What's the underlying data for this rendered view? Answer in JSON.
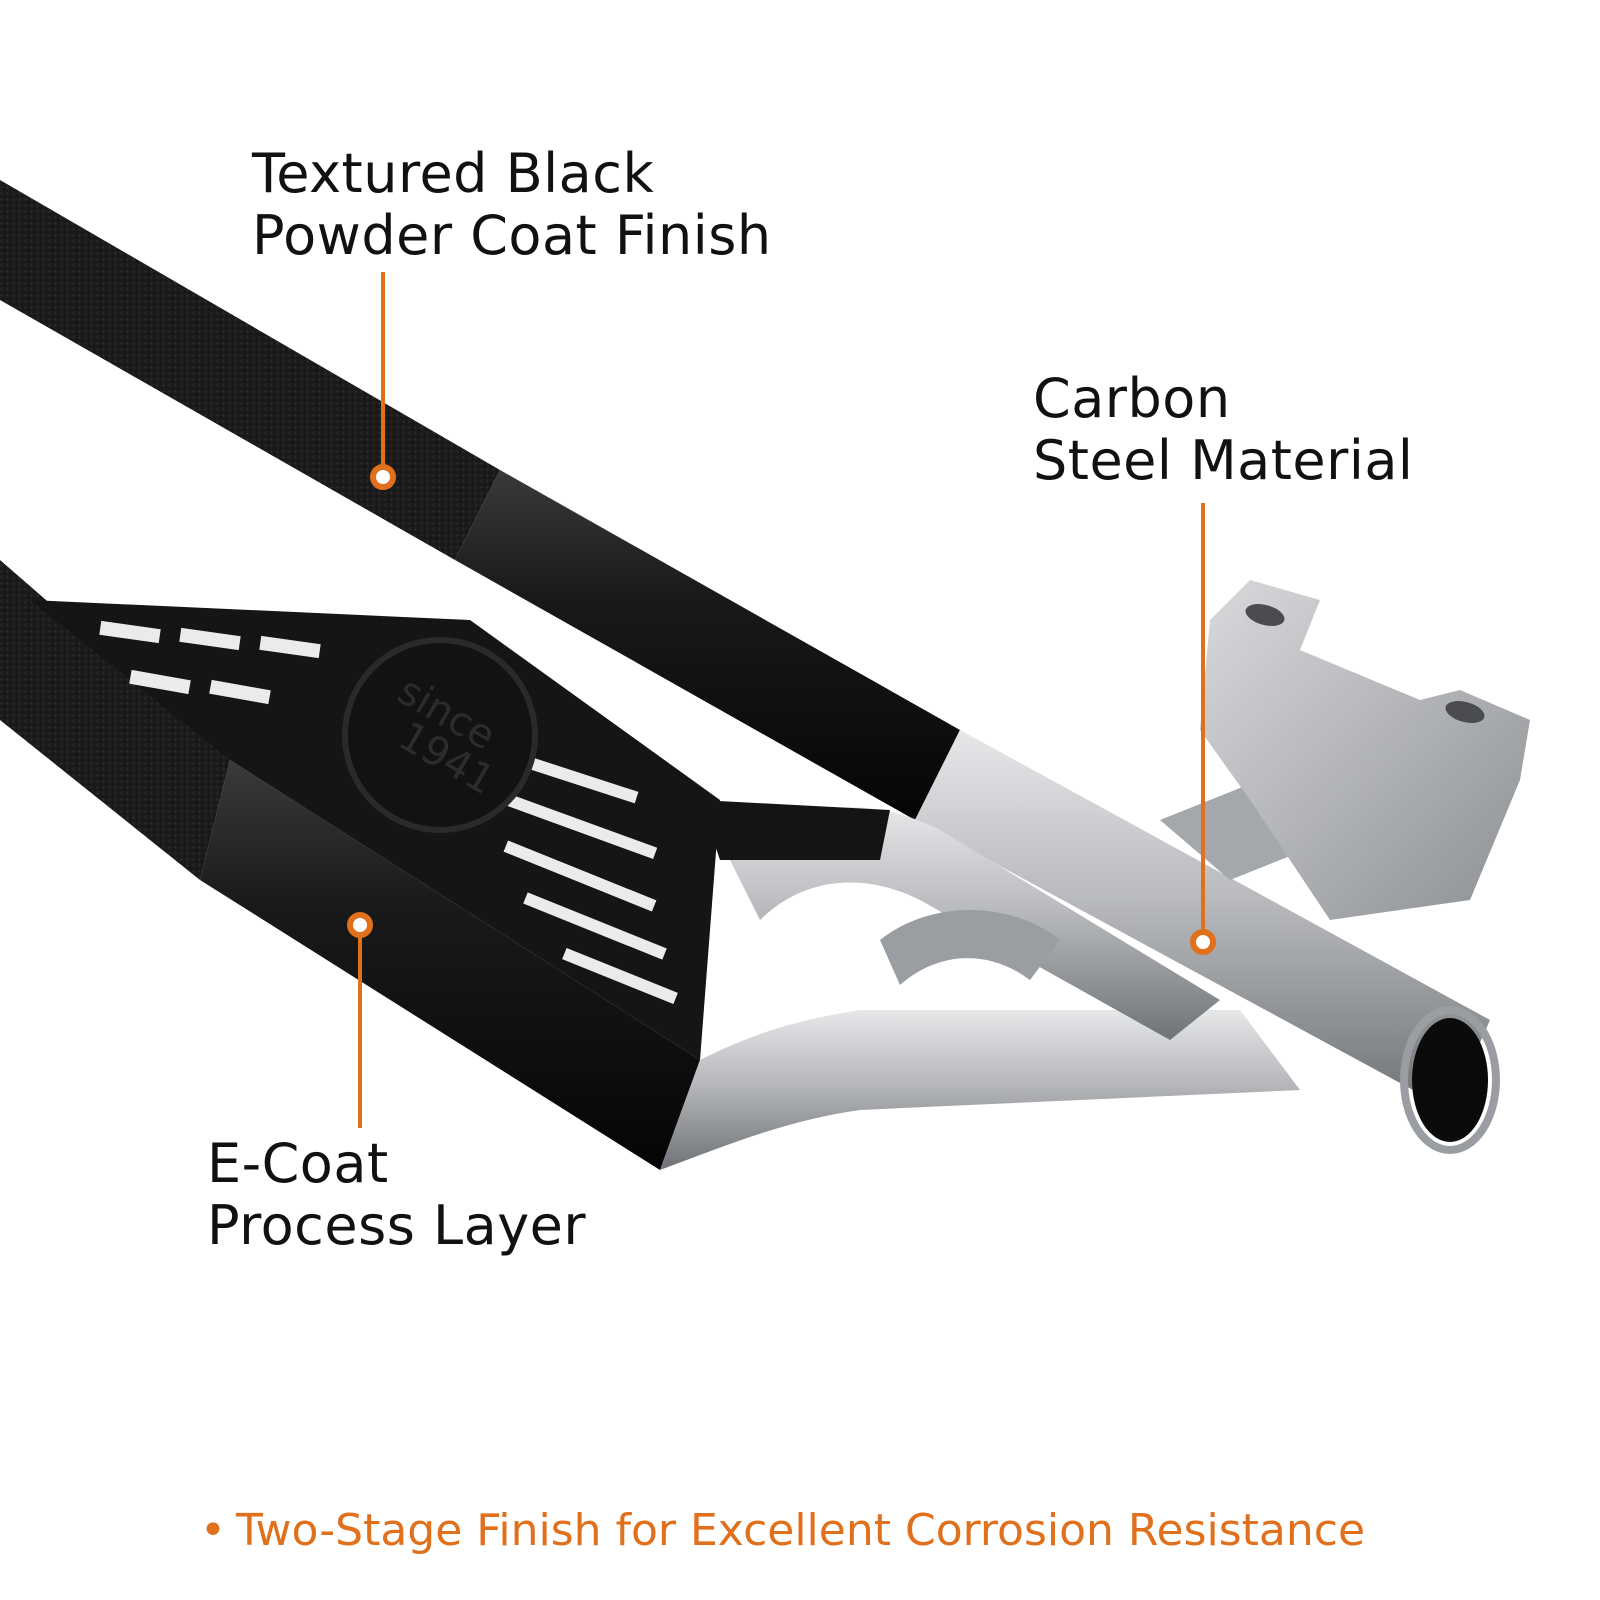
{
  "callouts": {
    "powder_coat": {
      "line1": "Textured Black",
      "line2": "Powder Coat Finish"
    },
    "carbon_steel": {
      "line1": "Carbon",
      "line2": "Steel Material"
    },
    "e_coat": {
      "line1": "E-Coat",
      "line2": "Process Layer"
    }
  },
  "footer": {
    "bullet": "•",
    "text": "Two-Stage Finish for Excellent Corrosion Resistance"
  },
  "badge": {
    "top": "since",
    "bottom": "1941"
  },
  "colors": {
    "accent": "#E0701C",
    "text": "#111111",
    "black_finish": "#161616",
    "steel": "#B9BBBE",
    "background": "#FFFFFF"
  }
}
